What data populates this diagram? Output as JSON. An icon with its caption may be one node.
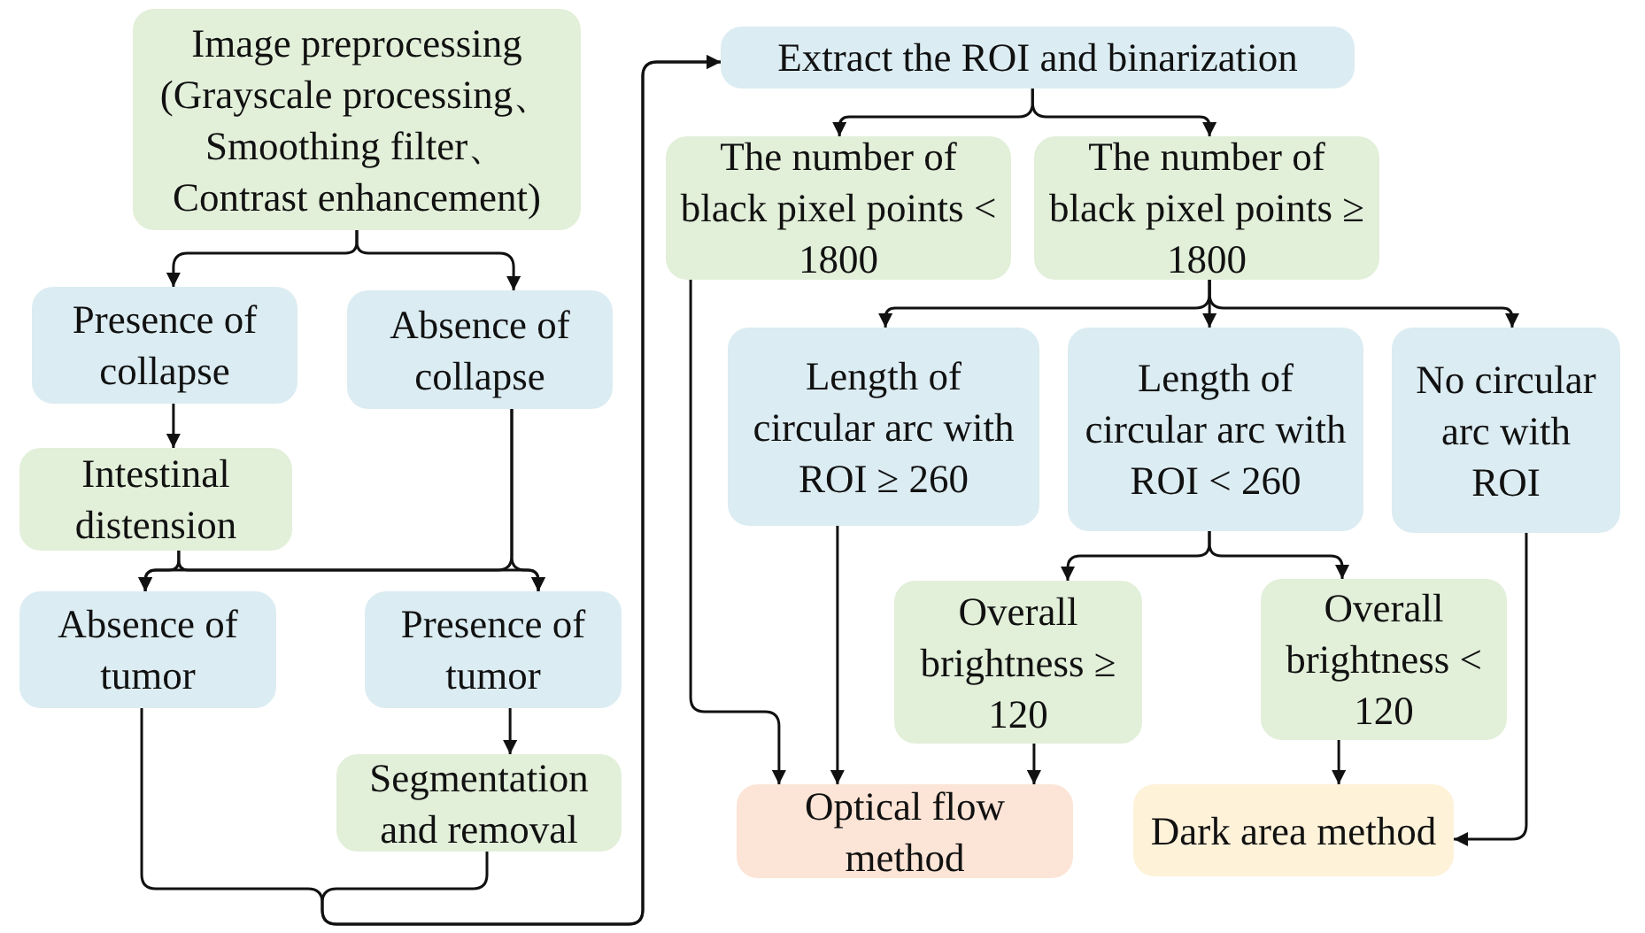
{
  "diagram": {
    "nodes": [
      {
        "text": [
          "Image preprocessing (Grayscale processing、 Smoothing filter、 Contrast enhancement)"
        ]
      },
      {
        "text": [
          "Presence of collapse"
        ]
      },
      {
        "text": [
          "Absence of collapse"
        ]
      },
      {
        "text": [
          "Intestinal distension"
        ]
      },
      {
        "text": [
          "Absence of tumor"
        ]
      },
      {
        "text": [
          "Presence of tumor"
        ]
      },
      {
        "text": [
          "Segmentation and removal"
        ]
      },
      {
        "text": [
          "Extract the ROI and binarization"
        ]
      },
      {
        "text": [
          "The number of black pixel points < 1800"
        ]
      },
      {
        "text": [
          "The number of black pixel points ≥ 1800"
        ]
      },
      {
        "text": [
          "Length of circular arc with ROI ≥ 260"
        ]
      },
      {
        "text": [
          "Length of circular arc with ROI < 260"
        ]
      },
      {
        "text": [
          "No circular arc with ROI"
        ]
      },
      {
        "text": [
          "Overall brightness ≥ 120"
        ]
      },
      {
        "text": [
          "Overall brightness < 120"
        ]
      },
      {
        "text": [
          "Optical flow method"
        ]
      },
      {
        "text": [
          "Dark area method"
        ]
      }
    ],
    "edges": [
      {
        "from": 0,
        "to": 1,
        "arrow": "to"
      },
      {
        "from": 0,
        "to": 2,
        "arrow": "to"
      },
      {
        "from": 1,
        "to": 3,
        "arrow": "to"
      },
      {
        "from": 3,
        "to": 4,
        "arrow": "to"
      },
      {
        "from": 3,
        "to": 5,
        "arrow": "to"
      },
      {
        "from": 2,
        "to": 4,
        "arrow": "to"
      },
      {
        "from": 2,
        "to": 5,
        "arrow": "to"
      },
      {
        "from": 5,
        "to": 6,
        "arrow": "to"
      },
      {
        "from": 4,
        "to": 7,
        "arrow": "to"
      },
      {
        "from": 6,
        "to": 7,
        "arrow": "to"
      },
      {
        "from": 7,
        "to": 8,
        "arrow": "to"
      },
      {
        "from": 7,
        "to": 9,
        "arrow": "to"
      },
      {
        "from": 8,
        "to": 15,
        "arrow": "to"
      },
      {
        "from": 9,
        "to": 10,
        "arrow": "to"
      },
      {
        "from": 9,
        "to": 11,
        "arrow": "to"
      },
      {
        "from": 9,
        "to": 12,
        "arrow": "to"
      },
      {
        "from": 10,
        "to": 15,
        "arrow": "to"
      },
      {
        "from": 11,
        "to": 13,
        "arrow": "to"
      },
      {
        "from": 11,
        "to": 14,
        "arrow": "to"
      },
      {
        "from": 13,
        "to": 15,
        "arrow": "to"
      },
      {
        "from": 14,
        "to": 16,
        "arrow": "to"
      },
      {
        "from": 12,
        "to": 16,
        "arrow": "to"
      }
    ]
  }
}
